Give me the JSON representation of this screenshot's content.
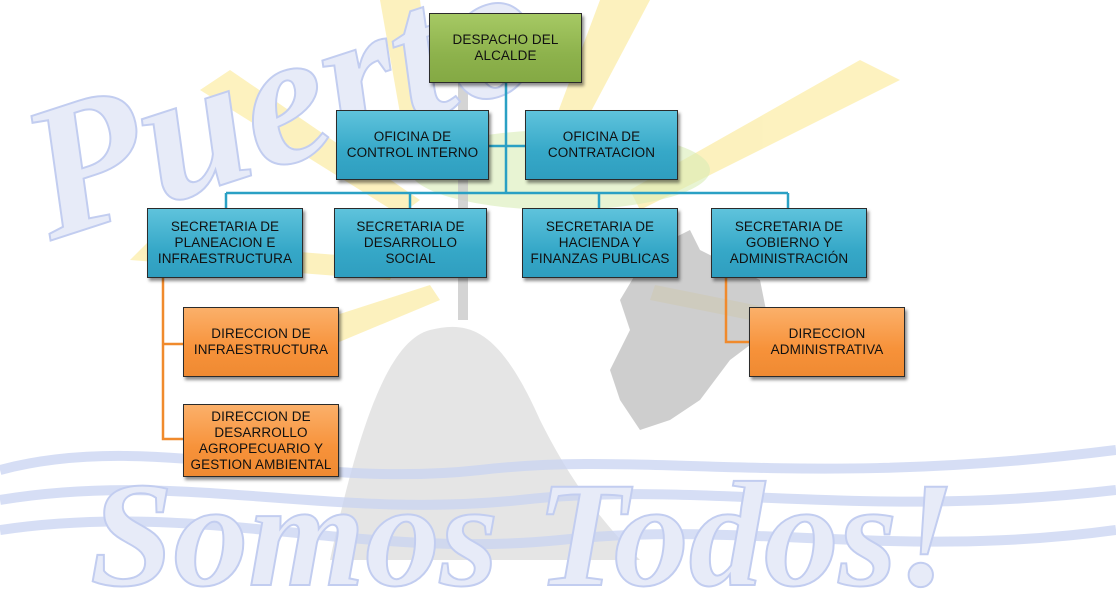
{
  "chart": {
    "root": "DESPACHO DEL ALCALDE",
    "offices": [
      "OFICINA DE CONTROL INTERNO",
      "OFICINA DE CONTRATACION"
    ],
    "secretariats": [
      "SECRETARIA DE PLANEACION E INFRAESTRUCTURA",
      "SECRETARIA DE DESARROLLO SOCIAL",
      "SECRETARIA DE HACIENDA Y FINANZAS PUBLICAS",
      "SECRETARIA DE GOBIERNO Y ADMINISTRACIÓN"
    ],
    "directions": [
      "DIRECCION DE INFRAESTRUCTURA",
      "DIRECCION DE DESARROLLO AGROPECUARIO Y GESTION AMBIENTAL",
      "DIRECCION ADMINISTRATIVA"
    ]
  },
  "watermark": {
    "top_text": "Puerto",
    "bottom_text": "Somos Todos!"
  },
  "colors": {
    "root": "#8db24c",
    "office": "#36a8c8",
    "direction": "#f7923a",
    "connector": "#2aa0c4",
    "direction_connector": "#f08a2c"
  }
}
